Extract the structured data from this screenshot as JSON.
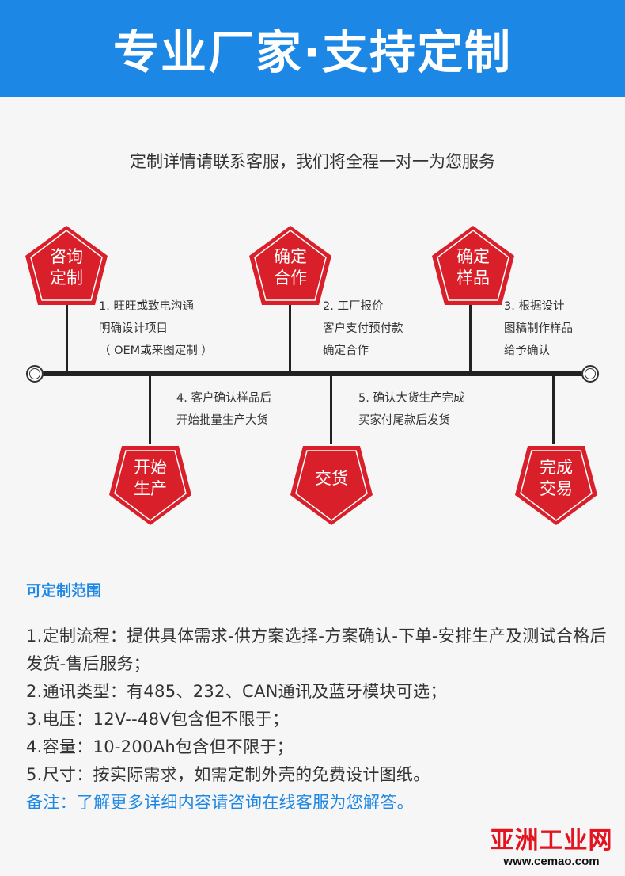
{
  "header": {
    "title": "专业厂家·支持定制"
  },
  "subtitle": "定制详情请联系客服，我们将全程一对一为您服务",
  "process": {
    "top": [
      {
        "label1": "咨询",
        "label2": "定制",
        "desc": [
          "1. 旺旺或致电沟通",
          "明确设计项目",
          "（ OEM或来图定制 ）"
        ]
      },
      {
        "label1": "确定",
        "label2": "合作",
        "desc": [
          "2. 工厂报价",
          "客户支付预付款",
          "确定合作"
        ]
      },
      {
        "label1": "确定",
        "label2": "样品",
        "desc": [
          "3. 根据设计",
          "图稿制作样品",
          "给予确认"
        ]
      }
    ],
    "bottom": [
      {
        "label1": "开始",
        "label2": "生产",
        "desc": [
          "4. 客户确认样品后",
          "开始批量生产大货"
        ]
      },
      {
        "label1": "交货",
        "label2": "",
        "desc": [
          "5. 确认大货生产完成",
          "买家付尾款后发货"
        ]
      },
      {
        "label1": "完成",
        "label2": "交易",
        "desc": []
      }
    ]
  },
  "scope": {
    "title": "可定制范围",
    "items": [
      "1.定制流程：提供具体需求-供方案选择-方案确认-下单-安排生产及测试合格后发货-售后服务；",
      "2.通讯类型：有485、232、CAN通讯及蓝牙模块可选；",
      "3.电压：12V--48V包含但不限于；",
      "4.容量：10-200Ah包含但不限于；",
      "5.尺寸：按实际需求，如需定制外壳的免费设计图纸。"
    ],
    "note": "备注：了解更多详细内容请咨询在线客服为您解答。"
  },
  "watermark": {
    "name": "亚洲工业网",
    "url": "www.cemao.com"
  },
  "colors": {
    "brand": "#1c87e5",
    "red": "#d9202a"
  }
}
